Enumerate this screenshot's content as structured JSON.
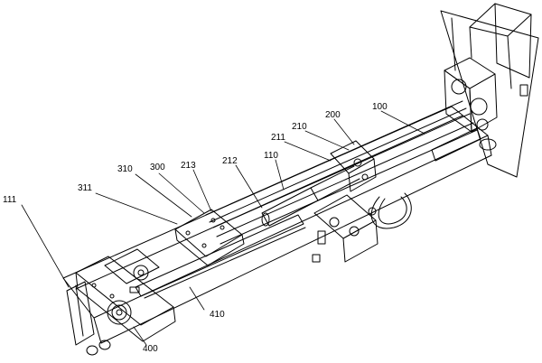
{
  "figure": {
    "colors": {
      "ink": "#000000",
      "paper": "#ffffff"
    },
    "callouts": [
      {
        "id": "c111",
        "label": "111"
      },
      {
        "id": "c311",
        "label": "311"
      },
      {
        "id": "c310",
        "label": "310"
      },
      {
        "id": "c300",
        "label": "300"
      },
      {
        "id": "c213",
        "label": "213"
      },
      {
        "id": "c212",
        "label": "212"
      },
      {
        "id": "c110",
        "label": "110"
      },
      {
        "id": "c211",
        "label": "211"
      },
      {
        "id": "c210",
        "label": "210"
      },
      {
        "id": "c200",
        "label": "200"
      },
      {
        "id": "c100",
        "label": "100"
      },
      {
        "id": "c410",
        "label": "410"
      },
      {
        "id": "c400",
        "label": "400"
      }
    ]
  }
}
